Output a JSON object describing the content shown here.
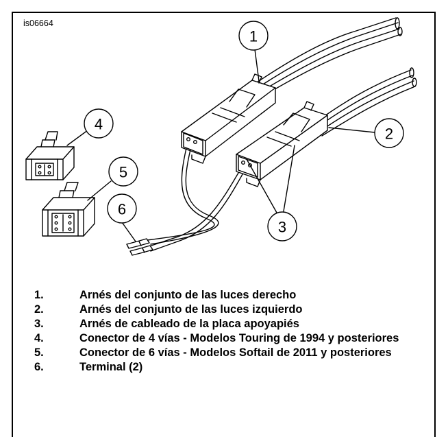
{
  "figure": {
    "id": "is06664"
  },
  "callouts": [
    "1",
    "2",
    "3",
    "4",
    "5",
    "6"
  ],
  "legend": [
    {
      "num": "1.",
      "text": "Arnés del conjunto de las luces derecho"
    },
    {
      "num": "2.",
      "text": "Arnés del conjunto de las luces izquierdo"
    },
    {
      "num": "3.",
      "text": "Arnés de cableado de la placa apoyapiés"
    },
    {
      "num": "4.",
      "text": "Conector de 4 vías - Modelos Touring de 1994 y posteriores"
    },
    {
      "num": "5.",
      "text": "Conector de 6 vías - Modelos Softail de 2011 y posteriores"
    },
    {
      "num": "6.",
      "text": "Terminal (2)"
    }
  ]
}
